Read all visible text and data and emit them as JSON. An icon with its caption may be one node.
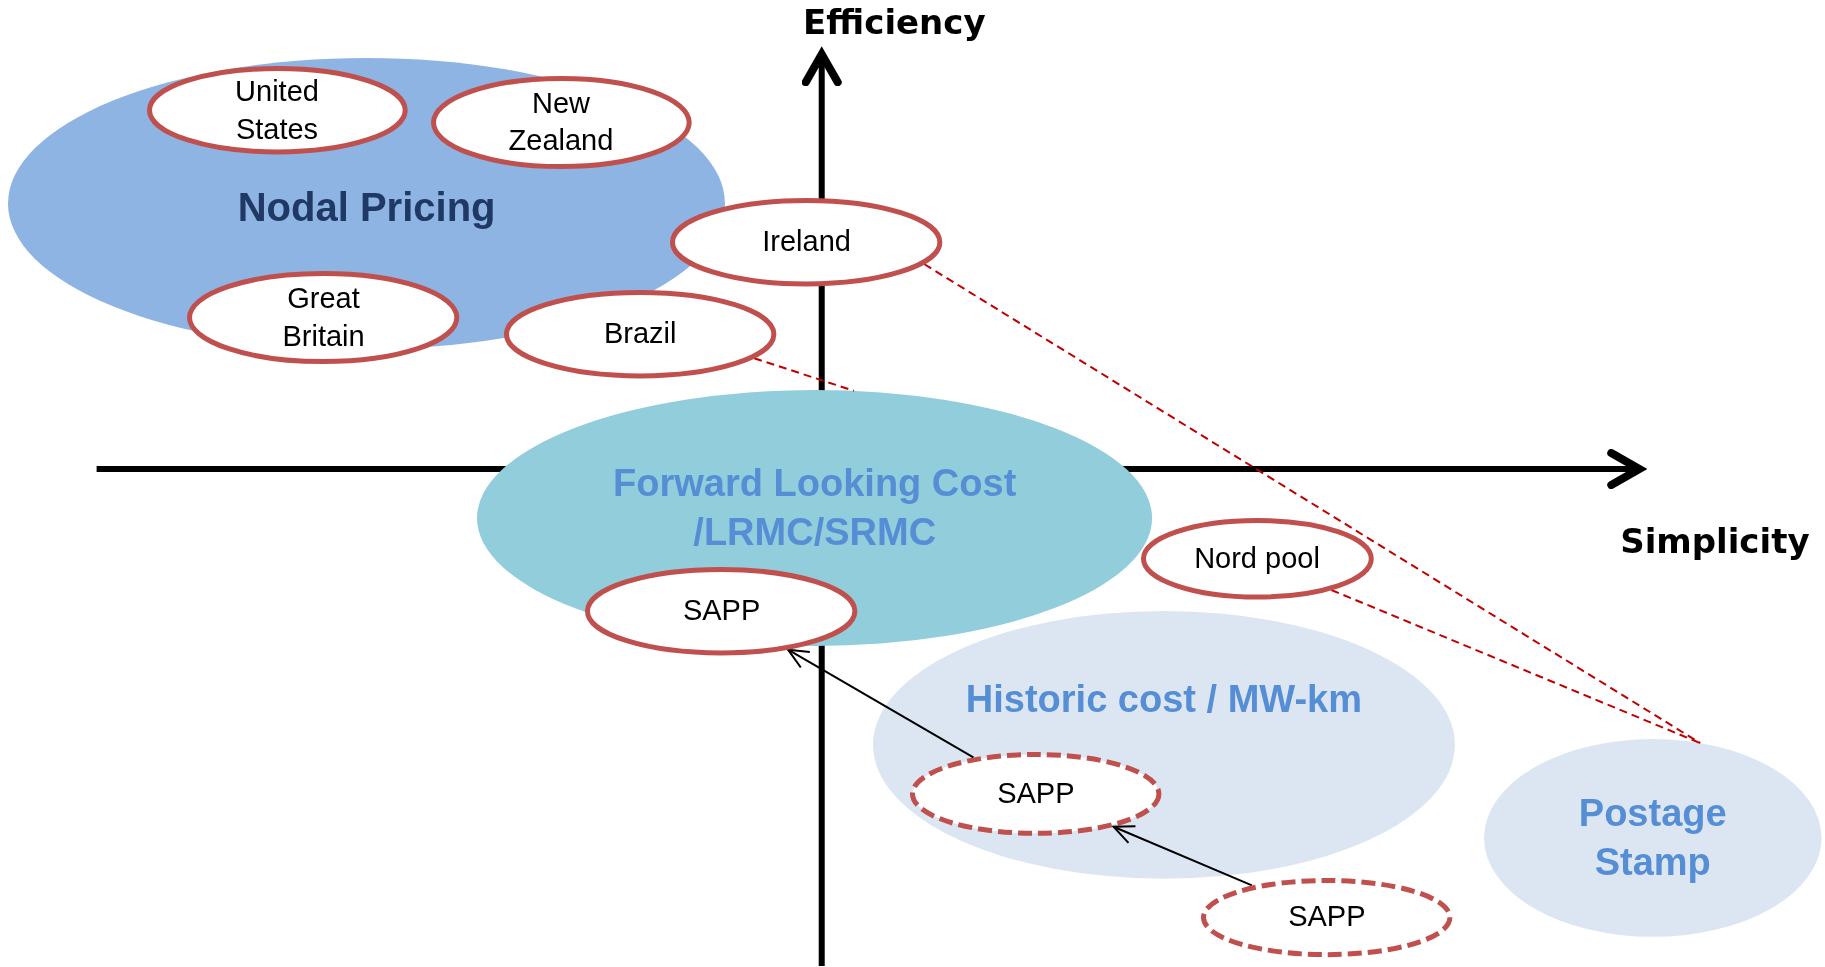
{
  "diagram": {
    "nodes": [
      {
        "text": [
          "Nodal Pricing"
        ]
      },
      {
        "text": [
          "United States"
        ],
        "in": 0
      },
      {
        "text": [
          "New Zealand"
        ],
        "in": 0
      },
      {
        "text": [
          "Ireland"
        ]
      },
      {
        "text": [
          "Great Britain"
        ]
      },
      {
        "text": [
          "Brazil"
        ]
      },
      {
        "text": [
          "Forward Looking Cost /LRMC/SRMC"
        ]
      },
      {
        "text": [
          "Nord pool"
        ]
      },
      {
        "text": [
          "SAPP"
        ]
      },
      {
        "text": [
          "Historic cost / MW-km"
        ]
      },
      {
        "text": [
          "SAPP"
        ],
        "in": 9
      },
      {
        "text": [
          "Postage Stamp"
        ]
      },
      {
        "text": [
          "SAPP"
        ]
      }
    ],
    "edges": [
      {
        "from": 10,
        "to": 8,
        "arrow": "to",
        "color": "#000000"
      },
      {
        "from": 12,
        "to": 10,
        "arrow": "to",
        "color": "#000000"
      },
      {
        "from": 3,
        "to": 11,
        "arrow": "none",
        "style": "dashed",
        "color": "#c00000"
      },
      {
        "from": 5,
        "to": 6,
        "arrow": "none",
        "style": "dashed",
        "color": "#c00000"
      },
      {
        "from": 7,
        "to": 11,
        "arrow": "none",
        "style": "dashed",
        "color": "#c00000"
      }
    ],
    "labels": [
      "Efficiency",
      "Simplicity"
    ]
  }
}
